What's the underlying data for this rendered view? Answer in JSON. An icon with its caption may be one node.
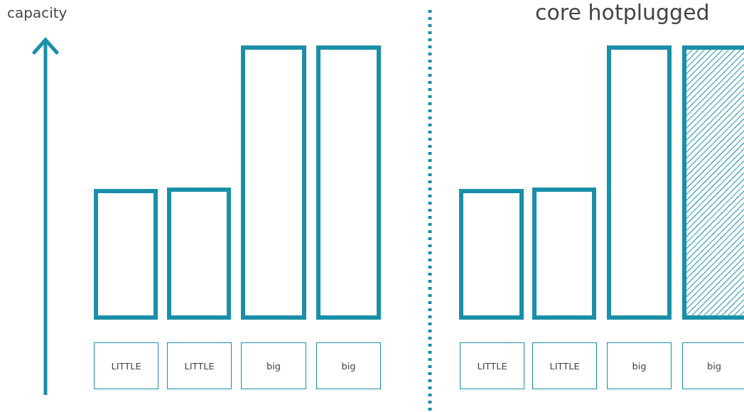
{
  "diagram": {
    "nodes": [
      {
        "text": [],
        "shape": "bar"
      },
      {
        "text": [],
        "shape": "bar"
      },
      {
        "text": [],
        "shape": "bar"
      },
      {
        "text": [],
        "shape": "bar"
      },
      {
        "text": [],
        "shape": "bar"
      },
      {
        "text": [],
        "shape": "bar"
      },
      {
        "text": [],
        "shape": "bar"
      },
      {
        "text": [],
        "shape": "bar"
      },
      {
        "text": [
          "LITTLE"
        ]
      },
      {
        "text": [
          "LITTLE"
        ]
      },
      {
        "text": [
          "big"
        ]
      },
      {
        "text": [
          "big"
        ]
      },
      {
        "text": [
          "LITTLE"
        ]
      },
      {
        "text": [
          "LITTLE"
        ]
      },
      {
        "text": [
          "big"
        ]
      },
      {
        "text": [
          "big"
        ]
      }
    ],
    "labels": [
      "capacity",
      "core hotplugged"
    ]
  }
}
